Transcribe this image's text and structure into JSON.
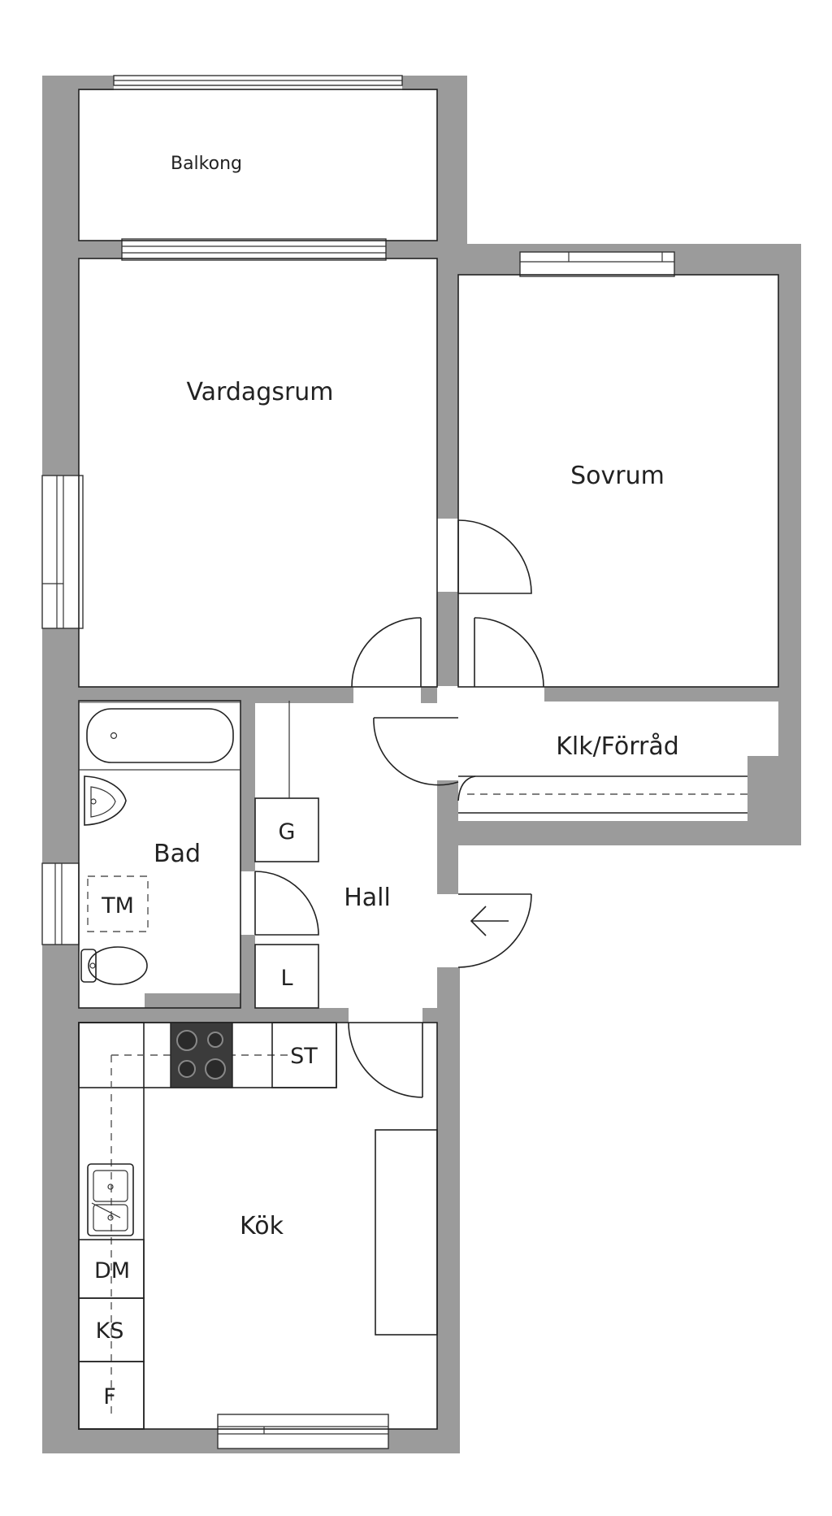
{
  "rooms": {
    "balkong": "Balkong",
    "vardagsrum": "Vardagsrum",
    "sovrum": "Sovrum",
    "klk": "Klk/Förråd",
    "bad": "Bad",
    "hall": "Hall",
    "kok": "Kök"
  },
  "fixtures": {
    "g": "G",
    "l": "L",
    "tm": "TM",
    "st": "ST",
    "dm": "DM",
    "ks": "KS",
    "f": "F"
  },
  "colors": {
    "wall": "#9b9b9b",
    "line": "#222222",
    "background": "#ffffff"
  },
  "icons": {
    "entrance": "arrow-left-icon"
  }
}
